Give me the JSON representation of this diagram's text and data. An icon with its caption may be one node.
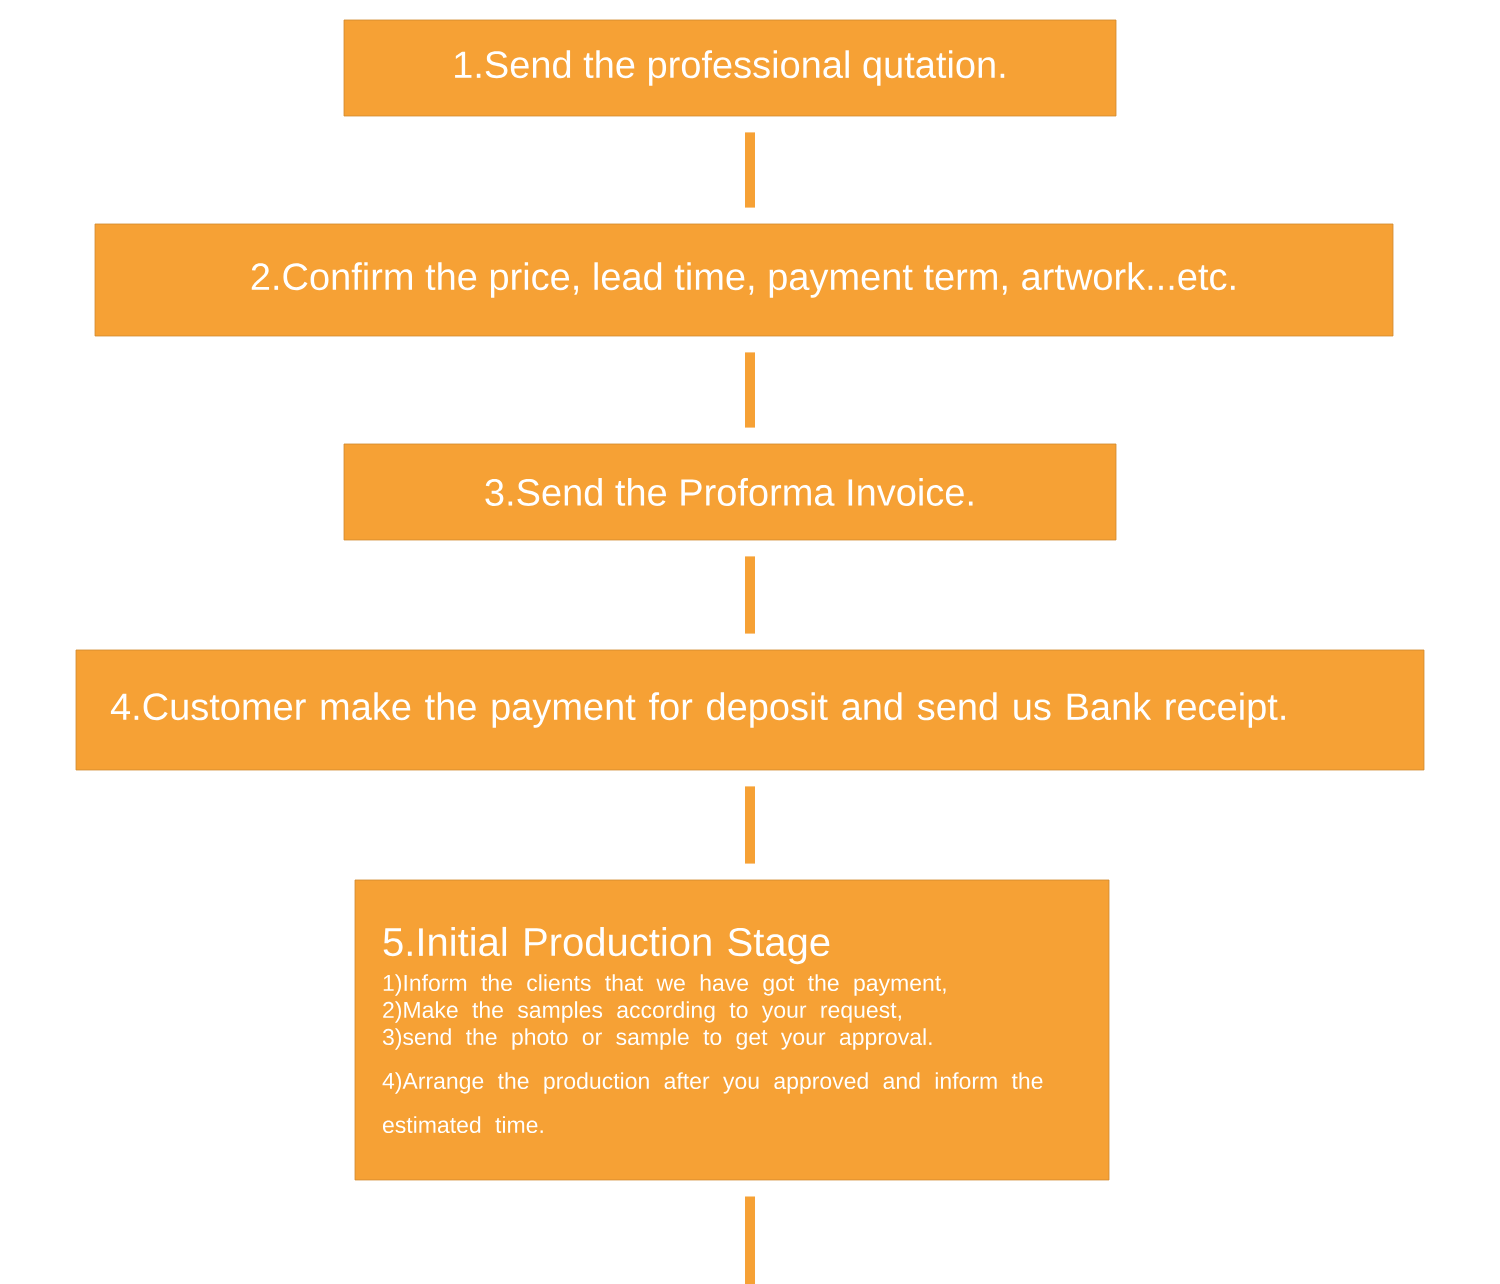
{
  "diagram": {
    "nodes": [
      {
        "text": [
          "1.Send the professional qutation."
        ]
      },
      {
        "text": [
          "2.Confirm the price, lead time, payment term, artwork...etc."
        ]
      },
      {
        "text": [
          "3.Send the Proforma Invoice."
        ]
      },
      {
        "text": [
          "4.Customer make the payment for deposit and send us Bank receipt."
        ]
      },
      {
        "text": [
          "5.Initial Production Stage",
          "1)Inform the clients that we have got the payment,",
          "2)Make the samples according to your request,",
          "3)send the photo or sample to get your approval.",
          "4)Arrange the production after you approved and inform the estimated time."
        ]
      }
    ],
    "edges": [
      {
        "from": 0,
        "to": 1,
        "arrow": "none"
      },
      {
        "from": 1,
        "to": 2,
        "arrow": "none"
      },
      {
        "from": 2,
        "to": 3,
        "arrow": "none"
      },
      {
        "from": 3,
        "to": 4,
        "arrow": "none"
      },
      {
        "from": 4,
        "to": null,
        "arrow": "none"
      }
    ]
  }
}
